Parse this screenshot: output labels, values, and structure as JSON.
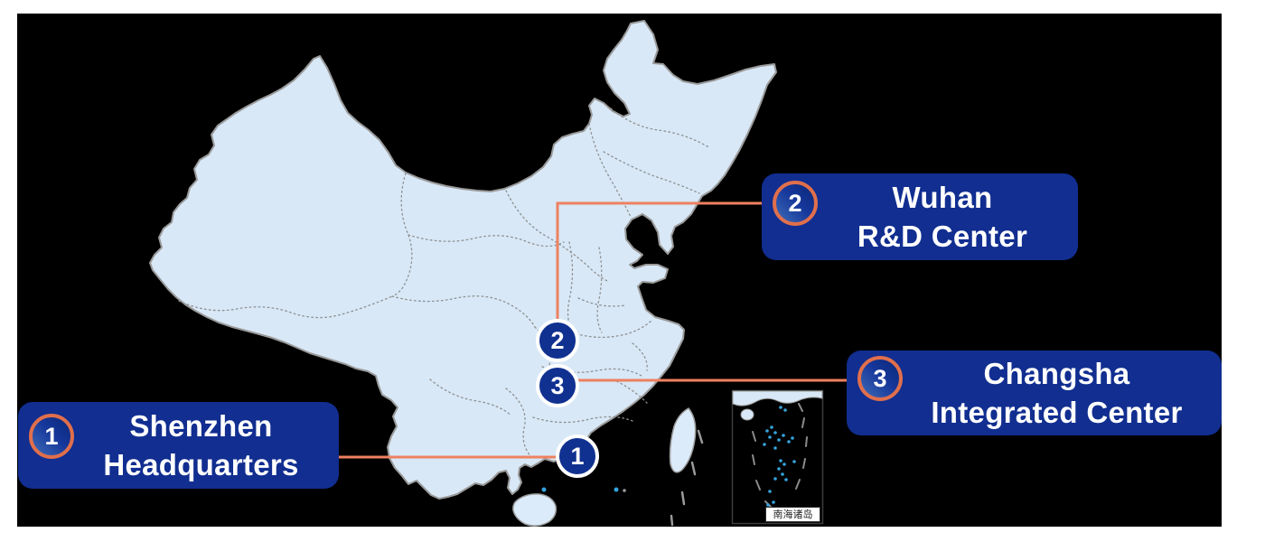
{
  "page": {
    "background_color": "#000000",
    "frame_color": "#ffffff"
  },
  "map": {
    "country": "China",
    "land_color": "#d8e8f7",
    "coast_border_color": "#9a9a9a",
    "province_border_style": "dotted-gray",
    "island_dot_color": "#35a3dc",
    "inset": {
      "label": "南海诸岛"
    }
  },
  "accent": {
    "leader_line_color": "#ee8160",
    "badge_ring_color": "#e06f4c",
    "card_color": "#112e90"
  },
  "locations": [
    {
      "id": "1",
      "name_line1": "Shenzhen",
      "name_line2": "Headquarters"
    },
    {
      "id": "2",
      "name_line1": "Wuhan",
      "name_line2": "R&D Center"
    },
    {
      "id": "3",
      "name_line1": "Changsha",
      "name_line2": "Integrated Center"
    }
  ]
}
